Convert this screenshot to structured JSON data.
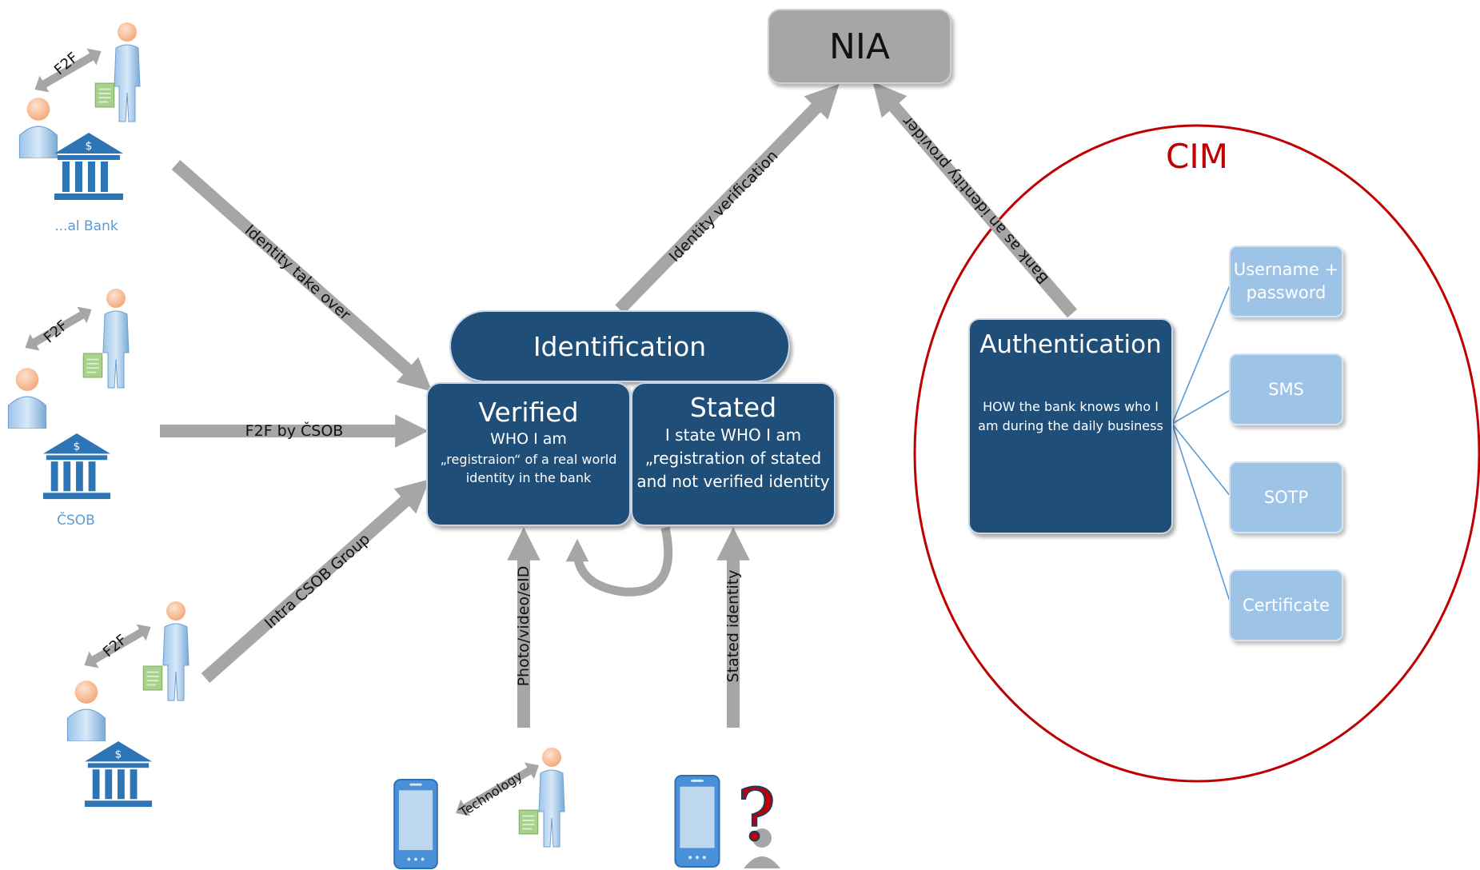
{
  "nia": {
    "title": "NIA"
  },
  "cim": {
    "title": "CIM"
  },
  "identification": {
    "title": "Identification"
  },
  "verified": {
    "title": "Verified",
    "line1": "WHO I am",
    "line2": "„registraion“ of a real world",
    "line3": "identity in  the bank"
  },
  "stated": {
    "title": "Stated",
    "line1": "I state WHO I am",
    "line2": "„registration of stated",
    "line3": "and not verified identity"
  },
  "authentication": {
    "title": "Authentication",
    "desc_line1": "HOW the bank knows who I",
    "desc_line2": "am during the daily business"
  },
  "methods": [
    "Username +\npassword",
    "SMS",
    "SOTP",
    "Certificate"
  ],
  "arrows": {
    "identity_take_over": "Identity take over",
    "f2f_by_csob": "F2F by ČSOB",
    "intra_csob_group": "Intra CSOB Group",
    "identity_verification": "Identity verification",
    "bank_as_identity_provider": "Bank as an identity provider",
    "photo_video_eid": "Photo/video/eID",
    "stated_identity": "Stated identity"
  },
  "groups": {
    "other_bank_caption": "...al Bank",
    "csob_caption": "ČSOB",
    "f2f": "F2F",
    "technology": "Technology"
  },
  "colors": {
    "dark_box": "#1f4e79",
    "light_box": "#9dc3e6",
    "arrow_gray": "#a6a6a6",
    "cim_red": "#c00000",
    "caption_blue": "#5b9bd5"
  }
}
